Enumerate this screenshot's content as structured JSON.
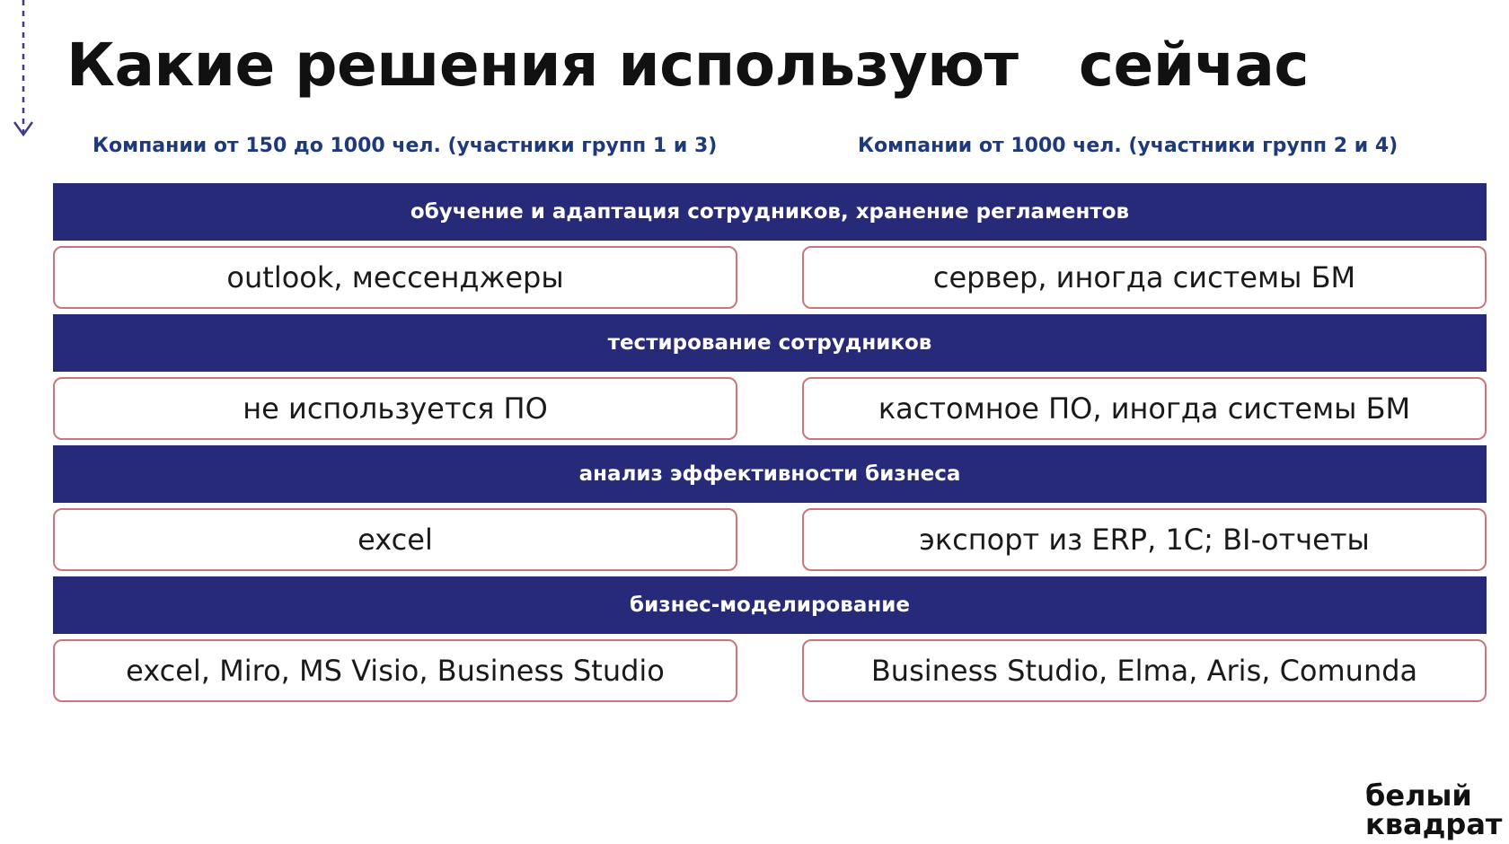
{
  "slide": {
    "title": "Какие решения используют   сейчас",
    "columns": {
      "left": "Компании от 150 до 1000 чел. (участники групп 1 и 3)",
      "right": "Компании от 1000 чел. (участники групп 2 и 4)"
    },
    "sections": [
      {
        "category": "обучение и адаптация сотрудников, хранение регламентов",
        "left": "outlook, мессенджеры",
        "right": "сервер, иногда системы БМ"
      },
      {
        "category": "тестирование сотрудников",
        "left": "не используется ПО",
        "right": "кастомное ПО, иногда системы БМ"
      },
      {
        "category": "анализ эффективности бизнеса",
        "left": "excel",
        "right": "экспорт из ERP, 1С; BI-отчеты"
      },
      {
        "category": "бизнес-моделирование",
        "left": "excel, Miro, MS Visio, Business Studio",
        "right": "Business Studio, Elma, Aris, Comunda"
      }
    ]
  },
  "logo": {
    "line1": "белый",
    "line2": "квадрат"
  },
  "colors": {
    "band": "#272a78",
    "header_text": "#1f3a7a",
    "cell_border": "#c9767a",
    "arrow": "#3c3c8c"
  },
  "icons": {
    "scroll_arrow": "dashed-down-arrow-icon"
  }
}
